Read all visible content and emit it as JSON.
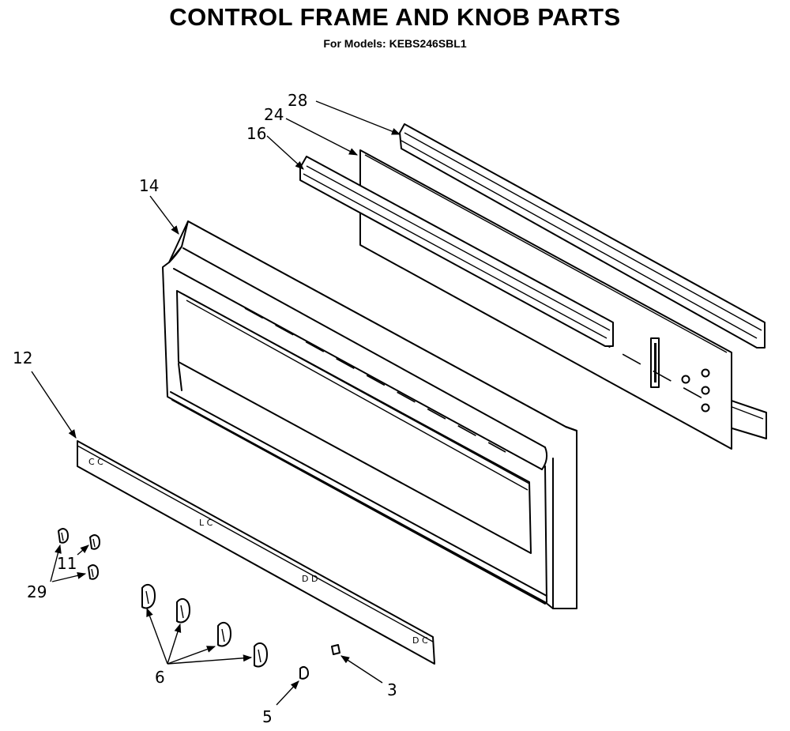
{
  "header": {
    "title": "CONTROL FRAME AND KNOB PARTS",
    "subtitle": "For Models: KEBS246SBL1"
  },
  "callouts": [
    {
      "id": "28",
      "label": "28"
    },
    {
      "id": "24",
      "label": "24"
    },
    {
      "id": "16",
      "label": "16"
    },
    {
      "id": "14",
      "label": "14"
    },
    {
      "id": "12",
      "label": "12"
    },
    {
      "id": "11",
      "label": "11"
    },
    {
      "id": "29",
      "label": "29"
    },
    {
      "id": "6",
      "label": "6"
    },
    {
      "id": "3",
      "label": "3"
    },
    {
      "id": "5",
      "label": "5"
    }
  ]
}
